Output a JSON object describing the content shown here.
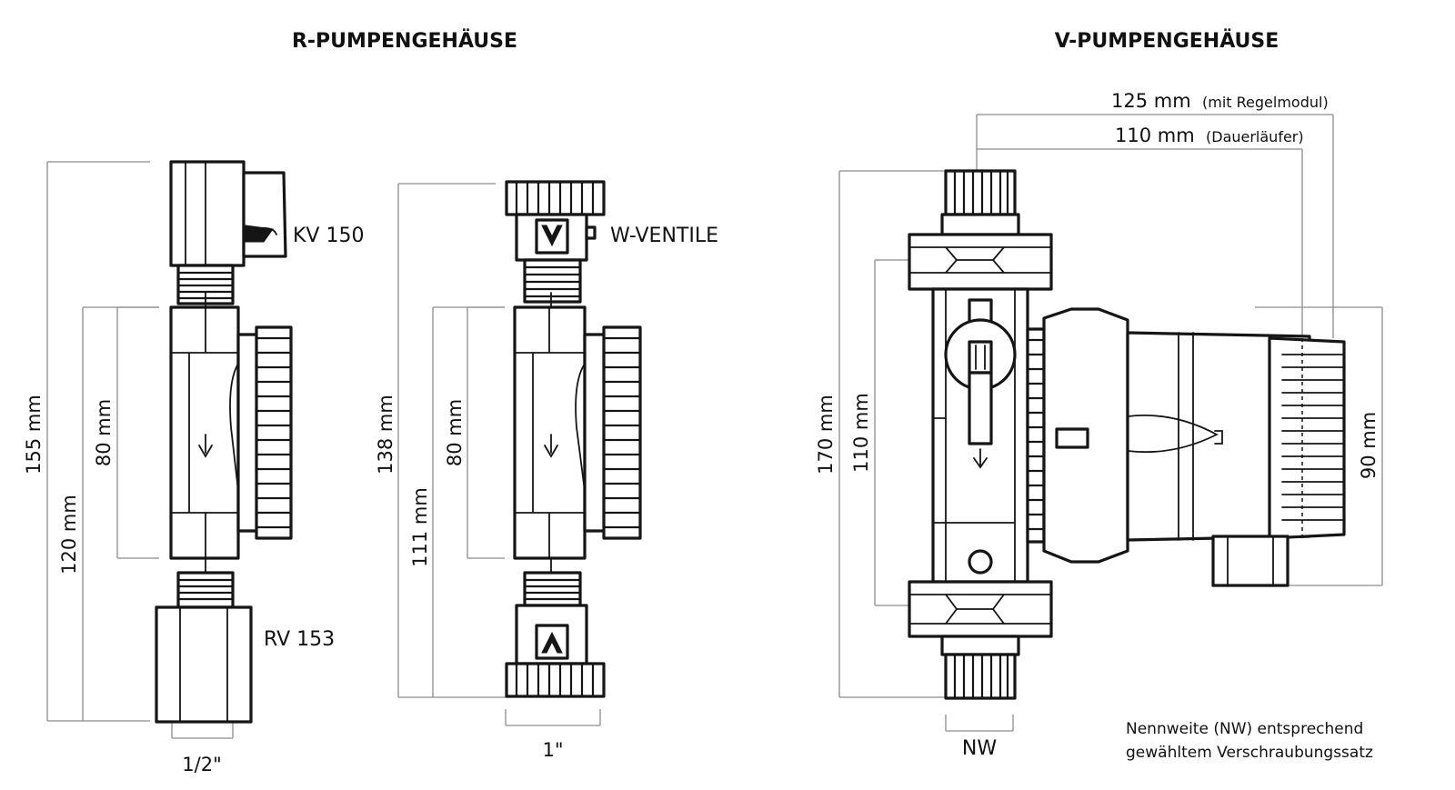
{
  "titles": {
    "r_housing": "R-PUMPENGEHÄUSE",
    "v_housing": "V-PUMPENGEHÄUSE"
  },
  "labels": {
    "kv": "KV 150",
    "rv": "RV 153",
    "w_valves": "W-VENTILE",
    "nw": "NW"
  },
  "dimensions": {
    "r_155": "155 mm",
    "r_120": "120 mm",
    "r_80": "80 mm",
    "r_half_inch": "1/2\"",
    "w_138": "138 mm",
    "w_111": "111 mm",
    "w_80": "80 mm",
    "w_one_inch": "1\"",
    "v_170": "170 mm",
    "v_110": "110 mm",
    "v_90": "90 mm",
    "v_125_value": "125 mm",
    "v_125_note": "(mit Regelmodul)",
    "v_110w_value": "110 mm",
    "v_110w_note": "(Dauerläufer)"
  },
  "footnote": {
    "line1": "Nennweite (NW) entsprechend",
    "line2": "gewähltem Verschraubungssatz"
  }
}
